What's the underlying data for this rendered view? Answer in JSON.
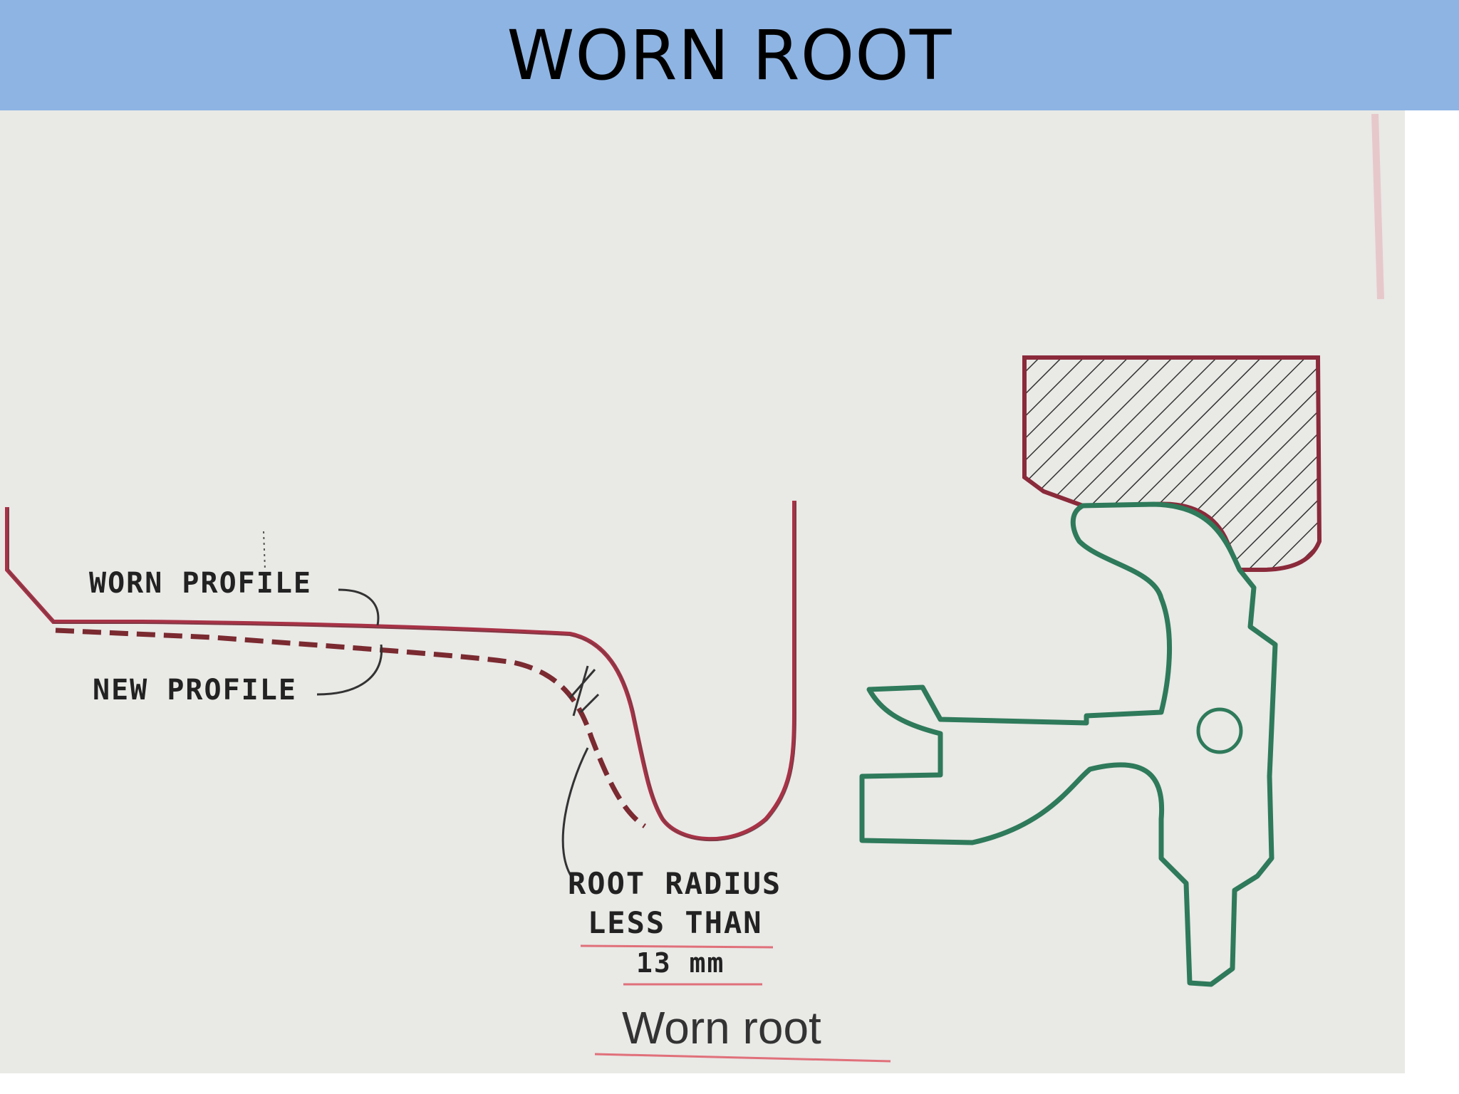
{
  "slide": {
    "title": "WORN ROOT"
  },
  "diagram": {
    "labels": {
      "worn_profile": "WORN PROFILE",
      "new_profile": "NEW PROFILE",
      "root_radius_line1": "ROOT RADIUS",
      "root_radius_line2": "LESS THAN",
      "root_radius_line3": "13 mm",
      "caption": "Worn root"
    },
    "colors": {
      "title_bar": "#8eb4e3",
      "worn_profile_line": "#a83246",
      "new_profile_line": "#7a2a30",
      "holder_outline": "#2e7a5a",
      "hatched_block": "#8a2a3a",
      "underline": "#e0707a",
      "paper": "#e9e9e6"
    }
  }
}
